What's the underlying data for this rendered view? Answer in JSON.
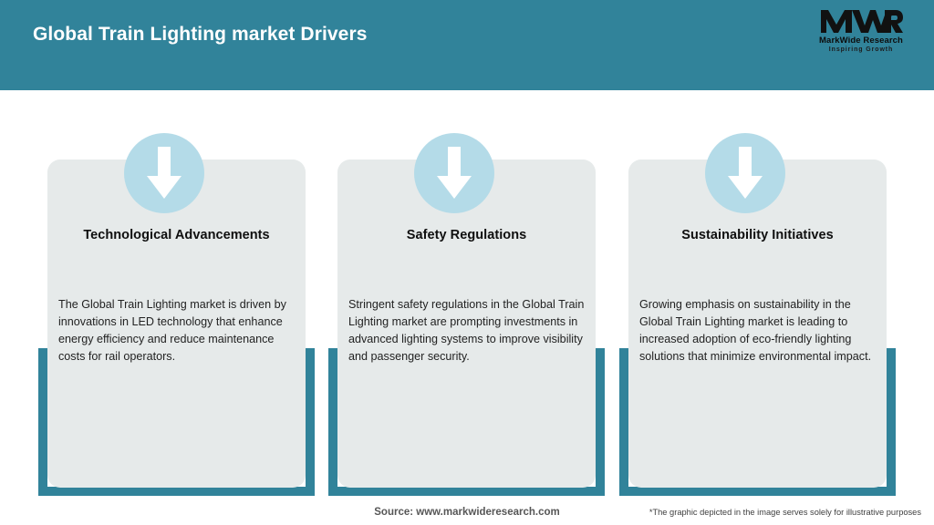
{
  "header": {
    "title": "Global Train Lighting market Drivers",
    "background_color": "#31839a",
    "logo": {
      "mark": "MWR",
      "name": "MarkWide Research",
      "tagline": "Inspiring Growth"
    }
  },
  "theme": {
    "teal": "#31839a",
    "card_grey": "#e6eaea",
    "badge_blue": "#b4dbe8",
    "arrow_white": "#ffffff"
  },
  "drivers": [
    {
      "icon": "down-arrow-icon",
      "title": "Technological Advancements",
      "body": "The Global Train Lighting market is driven by innovations in LED technology that enhance energy efficiency and reduce maintenance costs for rail operators."
    },
    {
      "icon": "down-arrow-icon",
      "title": "Safety Regulations",
      "body": "Stringent safety regulations in the Global Train Lighting market are prompting investments in advanced lighting systems to improve visibility and passenger security."
    },
    {
      "icon": "down-arrow-icon",
      "title": "Sustainability Initiatives",
      "body": "Growing emphasis on sustainability in the Global Train Lighting market is leading to increased adoption of eco-friendly lighting solutions that minimize environmental impact."
    }
  ],
  "footer": {
    "source": "Source: www.markwideresearch.com",
    "disclaimer": "*The graphic depicted in the image serves solely for illustrative purposes"
  }
}
